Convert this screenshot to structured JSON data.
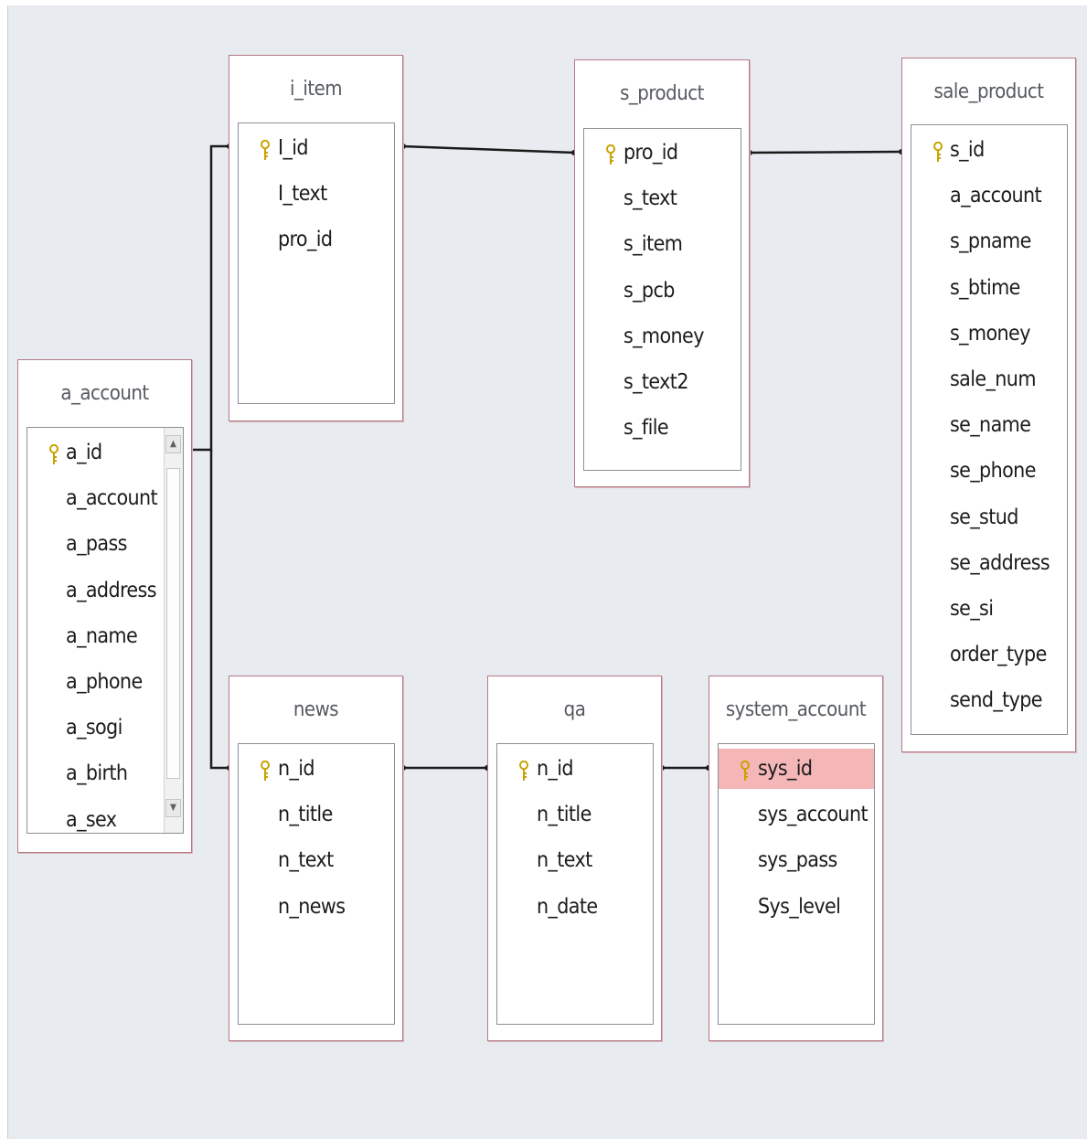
{
  "tables": {
    "a_account": {
      "title": "a_account",
      "columns": [
        {
          "name": "a_id",
          "key": true
        },
        {
          "name": "a_account"
        },
        {
          "name": "a_pass"
        },
        {
          "name": "a_address"
        },
        {
          "name": "a_name"
        },
        {
          "name": "a_phone"
        },
        {
          "name": "a_sogi"
        },
        {
          "name": "a_birth"
        },
        {
          "name": "a_sex"
        }
      ],
      "scroll_up": "▲",
      "scroll_down": "▼"
    },
    "i_item": {
      "title": "i_item",
      "columns": [
        {
          "name": "I_id",
          "key": true
        },
        {
          "name": "I_text"
        },
        {
          "name": "pro_id"
        }
      ]
    },
    "s_product": {
      "title": "s_product",
      "columns": [
        {
          "name": "pro_id",
          "key": true
        },
        {
          "name": "s_text"
        },
        {
          "name": "s_item"
        },
        {
          "name": "s_pcb"
        },
        {
          "name": "s_money"
        },
        {
          "name": "s_text2"
        },
        {
          "name": "s_file"
        }
      ]
    },
    "sale_product": {
      "title": "sale_product",
      "columns": [
        {
          "name": "s_id",
          "key": true
        },
        {
          "name": "a_account"
        },
        {
          "name": "s_pname"
        },
        {
          "name": "s_btime"
        },
        {
          "name": "s_money"
        },
        {
          "name": "sale_num"
        },
        {
          "name": "se_name"
        },
        {
          "name": "se_phone"
        },
        {
          "name": "se_stud"
        },
        {
          "name": "se_address"
        },
        {
          "name": "se_si"
        },
        {
          "name": "order_type"
        },
        {
          "name": "send_type"
        }
      ]
    },
    "news": {
      "title": "news",
      "columns": [
        {
          "name": "n_id",
          "key": true
        },
        {
          "name": "n_title"
        },
        {
          "name": "n_text"
        },
        {
          "name": "n_news"
        }
      ]
    },
    "qa": {
      "title": "qa",
      "columns": [
        {
          "name": "n_id",
          "key": true
        },
        {
          "name": "n_title"
        },
        {
          "name": "n_text"
        },
        {
          "name": "n_date"
        }
      ]
    },
    "system_account": {
      "title": "system_account",
      "columns": [
        {
          "name": "sys_id",
          "key": true,
          "selected": true
        },
        {
          "name": "sys_account"
        },
        {
          "name": "sys_pass"
        },
        {
          "name": "Sys_level"
        }
      ]
    }
  },
  "relationships": [
    {
      "from": "a_account",
      "to": "i_item"
    },
    {
      "from": "a_account",
      "to": "news"
    },
    {
      "from": "i_item",
      "to": "s_product"
    },
    {
      "from": "s_product",
      "to": "sale_product"
    },
    {
      "from": "news",
      "to": "qa"
    },
    {
      "from": "qa",
      "to": "system_account"
    }
  ],
  "colors": {
    "canvas": "#e8ebf0",
    "table_border": "#b47a86",
    "selected_row": "#f5b6b8",
    "key_icon": "#c9a200",
    "line": "#1a1a1a"
  }
}
